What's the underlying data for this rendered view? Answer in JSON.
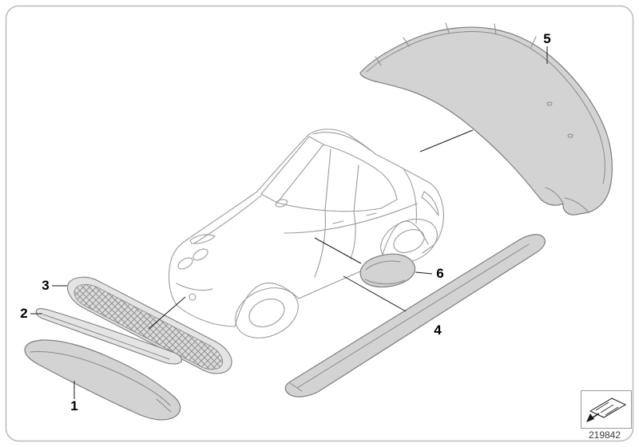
{
  "figure": {
    "number": "219842",
    "callouts": [
      {
        "label": "1",
        "part": "front-spoiler-lip"
      },
      {
        "label": "2",
        "part": "front-bumper-trim-strip"
      },
      {
        "label": "3",
        "part": "front-grille-mesh-insert"
      },
      {
        "label": "4",
        "part": "side-skirt"
      },
      {
        "label": "5",
        "part": "rear-bumper-cover"
      },
      {
        "label": "6",
        "part": "mirror-cap"
      }
    ],
    "icons": {
      "vehicle": "car-three-quarter-outline-icon",
      "legend": "wedge-cross-section-pictogram-icon"
    },
    "colors": {
      "background": "#ffffff",
      "border": "#b9b9b9",
      "car_line": "#9b9b9b",
      "part_fill": "#d3d3d3",
      "part_stroke": "#7d7d7d",
      "leader_line": "#1a1a1a",
      "callout_text": "#000000",
      "figure_number": "#3a3a3a"
    }
  }
}
